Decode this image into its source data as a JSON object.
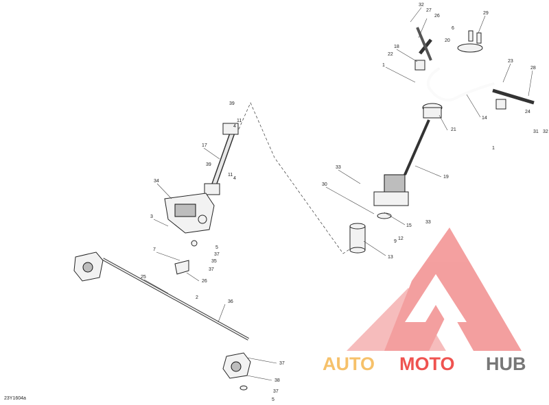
{
  "figure_code": "23Y1604a",
  "watermark": {
    "word_auto": "AUTO",
    "word_moto": "MOTO",
    "word_hub": "HUB",
    "colors": {
      "auto": "#f6c16a",
      "moto": "#ef5350",
      "hub": "#777777",
      "logo": "#ef5350"
    }
  },
  "callouts": [
    "32",
    "27",
    "26",
    "29",
    "6",
    "20",
    "18",
    "22",
    "1",
    "23",
    "28",
    "14",
    "24",
    "21",
    "31",
    "32",
    "1",
    "19",
    "33",
    "30",
    "15",
    "33",
    "12",
    "9",
    "13",
    "39",
    "11",
    "4",
    "17",
    "39",
    "11",
    "4",
    "34",
    "3",
    "5",
    "37",
    "7",
    "35",
    "37",
    "25",
    "26",
    "2",
    "36",
    "37",
    "38",
    "37",
    "5"
  ]
}
